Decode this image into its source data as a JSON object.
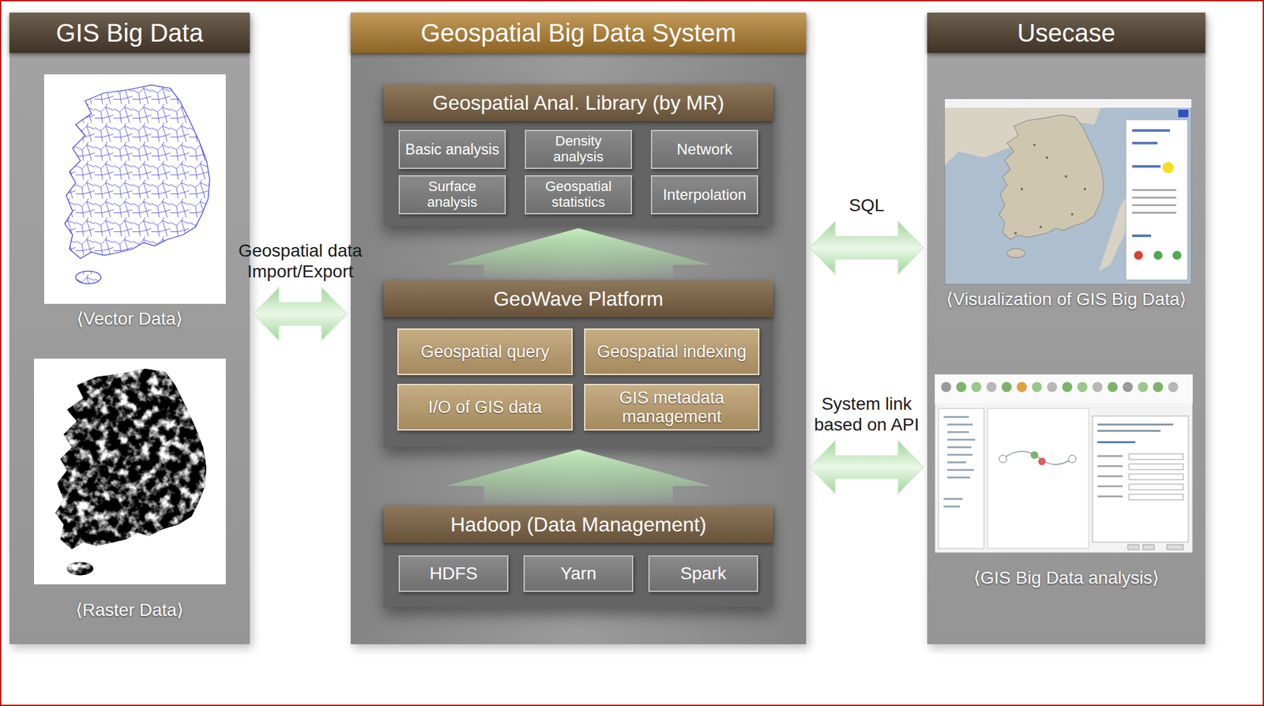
{
  "diagram": {
    "nodes": [
      {
        "text": [
          "GIS Big Data"
        ]
      },
      {
        "text": [
          "⟨Vector Data⟩"
        ],
        "in": 0
      },
      {
        "text": [
          "⟨Raster Data⟩"
        ],
        "in": 0
      },
      {
        "text": [
          "Geospatial Big Data System"
        ]
      },
      {
        "text": [
          "Geospatial Anal. Library (by MR)"
        ],
        "in": 3
      },
      {
        "text": [
          "Basic analysis"
        ],
        "in": 4
      },
      {
        "text": [
          "Density analysis"
        ],
        "in": 4
      },
      {
        "text": [
          "Network"
        ],
        "in": 4
      },
      {
        "text": [
          "Surface analysis"
        ],
        "in": 4
      },
      {
        "text": [
          "Geospatial statistics"
        ],
        "in": 4
      },
      {
        "text": [
          "Interpolation"
        ],
        "in": 4
      },
      {
        "text": [
          "GeoWave Platform"
        ],
        "in": 3
      },
      {
        "text": [
          "Geospatial query"
        ],
        "in": 11
      },
      {
        "text": [
          "Geospatial indexing"
        ],
        "in": 11
      },
      {
        "text": [
          "I/O of GIS data"
        ],
        "in": 11
      },
      {
        "text": [
          "GIS metadata management"
        ],
        "in": 11
      },
      {
        "text": [
          "Hadoop (Data Management)"
        ],
        "in": 3
      },
      {
        "text": [
          "HDFS"
        ],
        "in": 16
      },
      {
        "text": [
          "Yarn"
        ],
        "in": 16
      },
      {
        "text": [
          "Spark"
        ],
        "in": 16
      },
      {
        "text": [
          "Usecase"
        ]
      },
      {
        "text": [
          "⟨Visualization of GIS Big Data⟩"
        ],
        "in": 20
      },
      {
        "text": [
          "⟨GIS Big Data analysis⟩"
        ],
        "in": 20
      }
    ],
    "edges": [
      {
        "from": 0,
        "to": 3,
        "label": "Geospatial data Import/Export",
        "arrow": "both"
      },
      {
        "from": 16,
        "to": 11,
        "arrow": "to"
      },
      {
        "from": 11,
        "to": 4,
        "arrow": "to"
      },
      {
        "from": 3,
        "to": 21,
        "label": "SQL",
        "arrow": "both"
      },
      {
        "from": 3,
        "to": 22,
        "label": "System link based on API",
        "arrow": "both"
      }
    ]
  }
}
